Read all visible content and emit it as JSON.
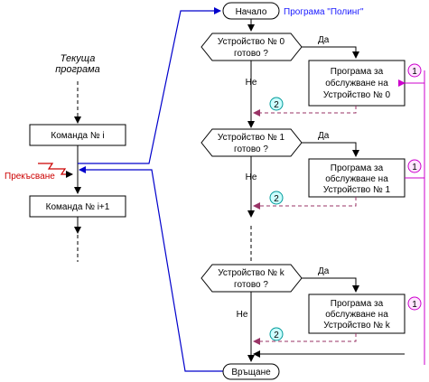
{
  "start": "Начало",
  "program_label": "Програма \"Полинг\"",
  "current_program_line1": "Текуща",
  "current_program_line2": "програма",
  "command_i": "Команда  № i",
  "command_i1": "Команда  № i+1",
  "interrupt_label": "Прекъсване",
  "yes": "Да",
  "no": "Не",
  "return": "Връщане",
  "devices": [
    {
      "q1": "Устройство № 0",
      "q2": "готово ?",
      "s1": "Програма за",
      "s2": "обслужване на",
      "s3": "Устройство  № 0"
    },
    {
      "q1": "Устройство № 1",
      "q2": "готово ?",
      "s1": "Програма за",
      "s2": "обслужване на",
      "s3": "Устройство  № 1"
    },
    {
      "q1": "Устройство № k",
      "q2": "готово ?",
      "s1": "Програма за",
      "s2": "обслужване на",
      "s3": "Устройство  № k"
    }
  ],
  "marker_1": "1",
  "marker_2": "2",
  "colors": {
    "blue": "#0000cc",
    "red": "#cc0000",
    "magenta": "#cc00cc",
    "dashed": "#993366",
    "cyan_fill": "#ccffff",
    "magenta_fill": "#ffe6ff"
  }
}
